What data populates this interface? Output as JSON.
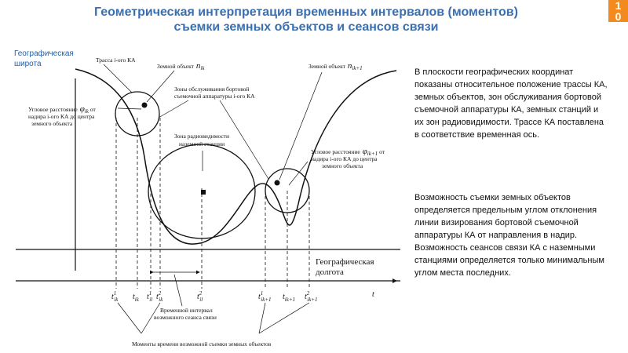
{
  "header": {
    "title_line1": "Геометрическая интерпретация временных интервалов (моментов)",
    "title_line2": "съемки земных объектов и сеансов связи",
    "page_digit_1": "1",
    "page_digit_2": "0"
  },
  "diagram": {
    "y_axis_label": "Географическая широта",
    "x_axis_label_line1": "Географическая",
    "x_axis_label_line2": "долгота",
    "t_label": "t",
    "orbit_label_pre": "Трасса ",
    "orbit_label_i": "i",
    "orbit_label_post": "-ого КА",
    "object1_label": "Земной объект",
    "object1_symbol": "n",
    "object1_sub": "ik",
    "object2_label": "Земной объект",
    "object2_symbol": "n",
    "object2_sub": "ik+1",
    "zones_label_line1": "Зоны обслуживания бортовой",
    "zones_label_line2": "съемочной аппаратуры i-ого КА",
    "radio_zone_line1": "Зона радиовидимости",
    "radio_zone_line2": "наземной станции",
    "angle1_line1_pre": "Угловое расстояние",
    "angle1_symbol": "φ",
    "angle1_sub": "ik",
    "angle1_line1_post": "от",
    "angle1_line2": "надира i-ого КА до центра",
    "angle1_line3": "земного объекта",
    "angle2_line1_pre": "Угловое расстояние",
    "angle2_symbol": "φ",
    "angle2_sub": "ik+1",
    "angle2_line1_post": "от",
    "angle2_line2": "надира i-ого КА до центра",
    "angle2_line3": "земного объекта",
    "interval_label_line1": "Временной интервал",
    "interval_label_line2": "возможного сеанса связи",
    "moments_label": "Моменты времени возможной съемки земных объектов",
    "ticks": [
      {
        "base": "t",
        "sup": "1",
        "sub": "ik"
      },
      {
        "base": "t",
        "sup": "",
        "sub": "ik"
      },
      {
        "base": "t",
        "sup": "1",
        "sub": "il"
      },
      {
        "base": "t",
        "sup": "2",
        "sub": "ik"
      },
      {
        "base": "t",
        "sup": "2",
        "sub": "il"
      },
      {
        "base": "t",
        "sup": "1",
        "sub": "ik+1"
      },
      {
        "base": "t",
        "sup": "",
        "sub": "ik+1"
      },
      {
        "base": "t",
        "sup": "2",
        "sub": "ik+1"
      }
    ]
  },
  "text": {
    "paragraph1": "В плоскости географических координат показаны относительное положение трассы КА, земных объектов, зон обслуживания бортовой съемочной аппаратуры КА, земных станций и их зон радиовидимости. Трассе КА поставлена в соответствие временная ось.",
    "paragraph2": "Возможность съемки земных объектов определяется предельным углом отклонения линии визирования бортовой съемочной аппаратуры КА от направления в надир. Возможность сеансов связи КА с наземными станциями определяется только минимальным углом места последних."
  },
  "colors": {
    "title": "#3a6fb0",
    "badge": "#f28a1e",
    "axis_label": "#1f5fa8"
  }
}
